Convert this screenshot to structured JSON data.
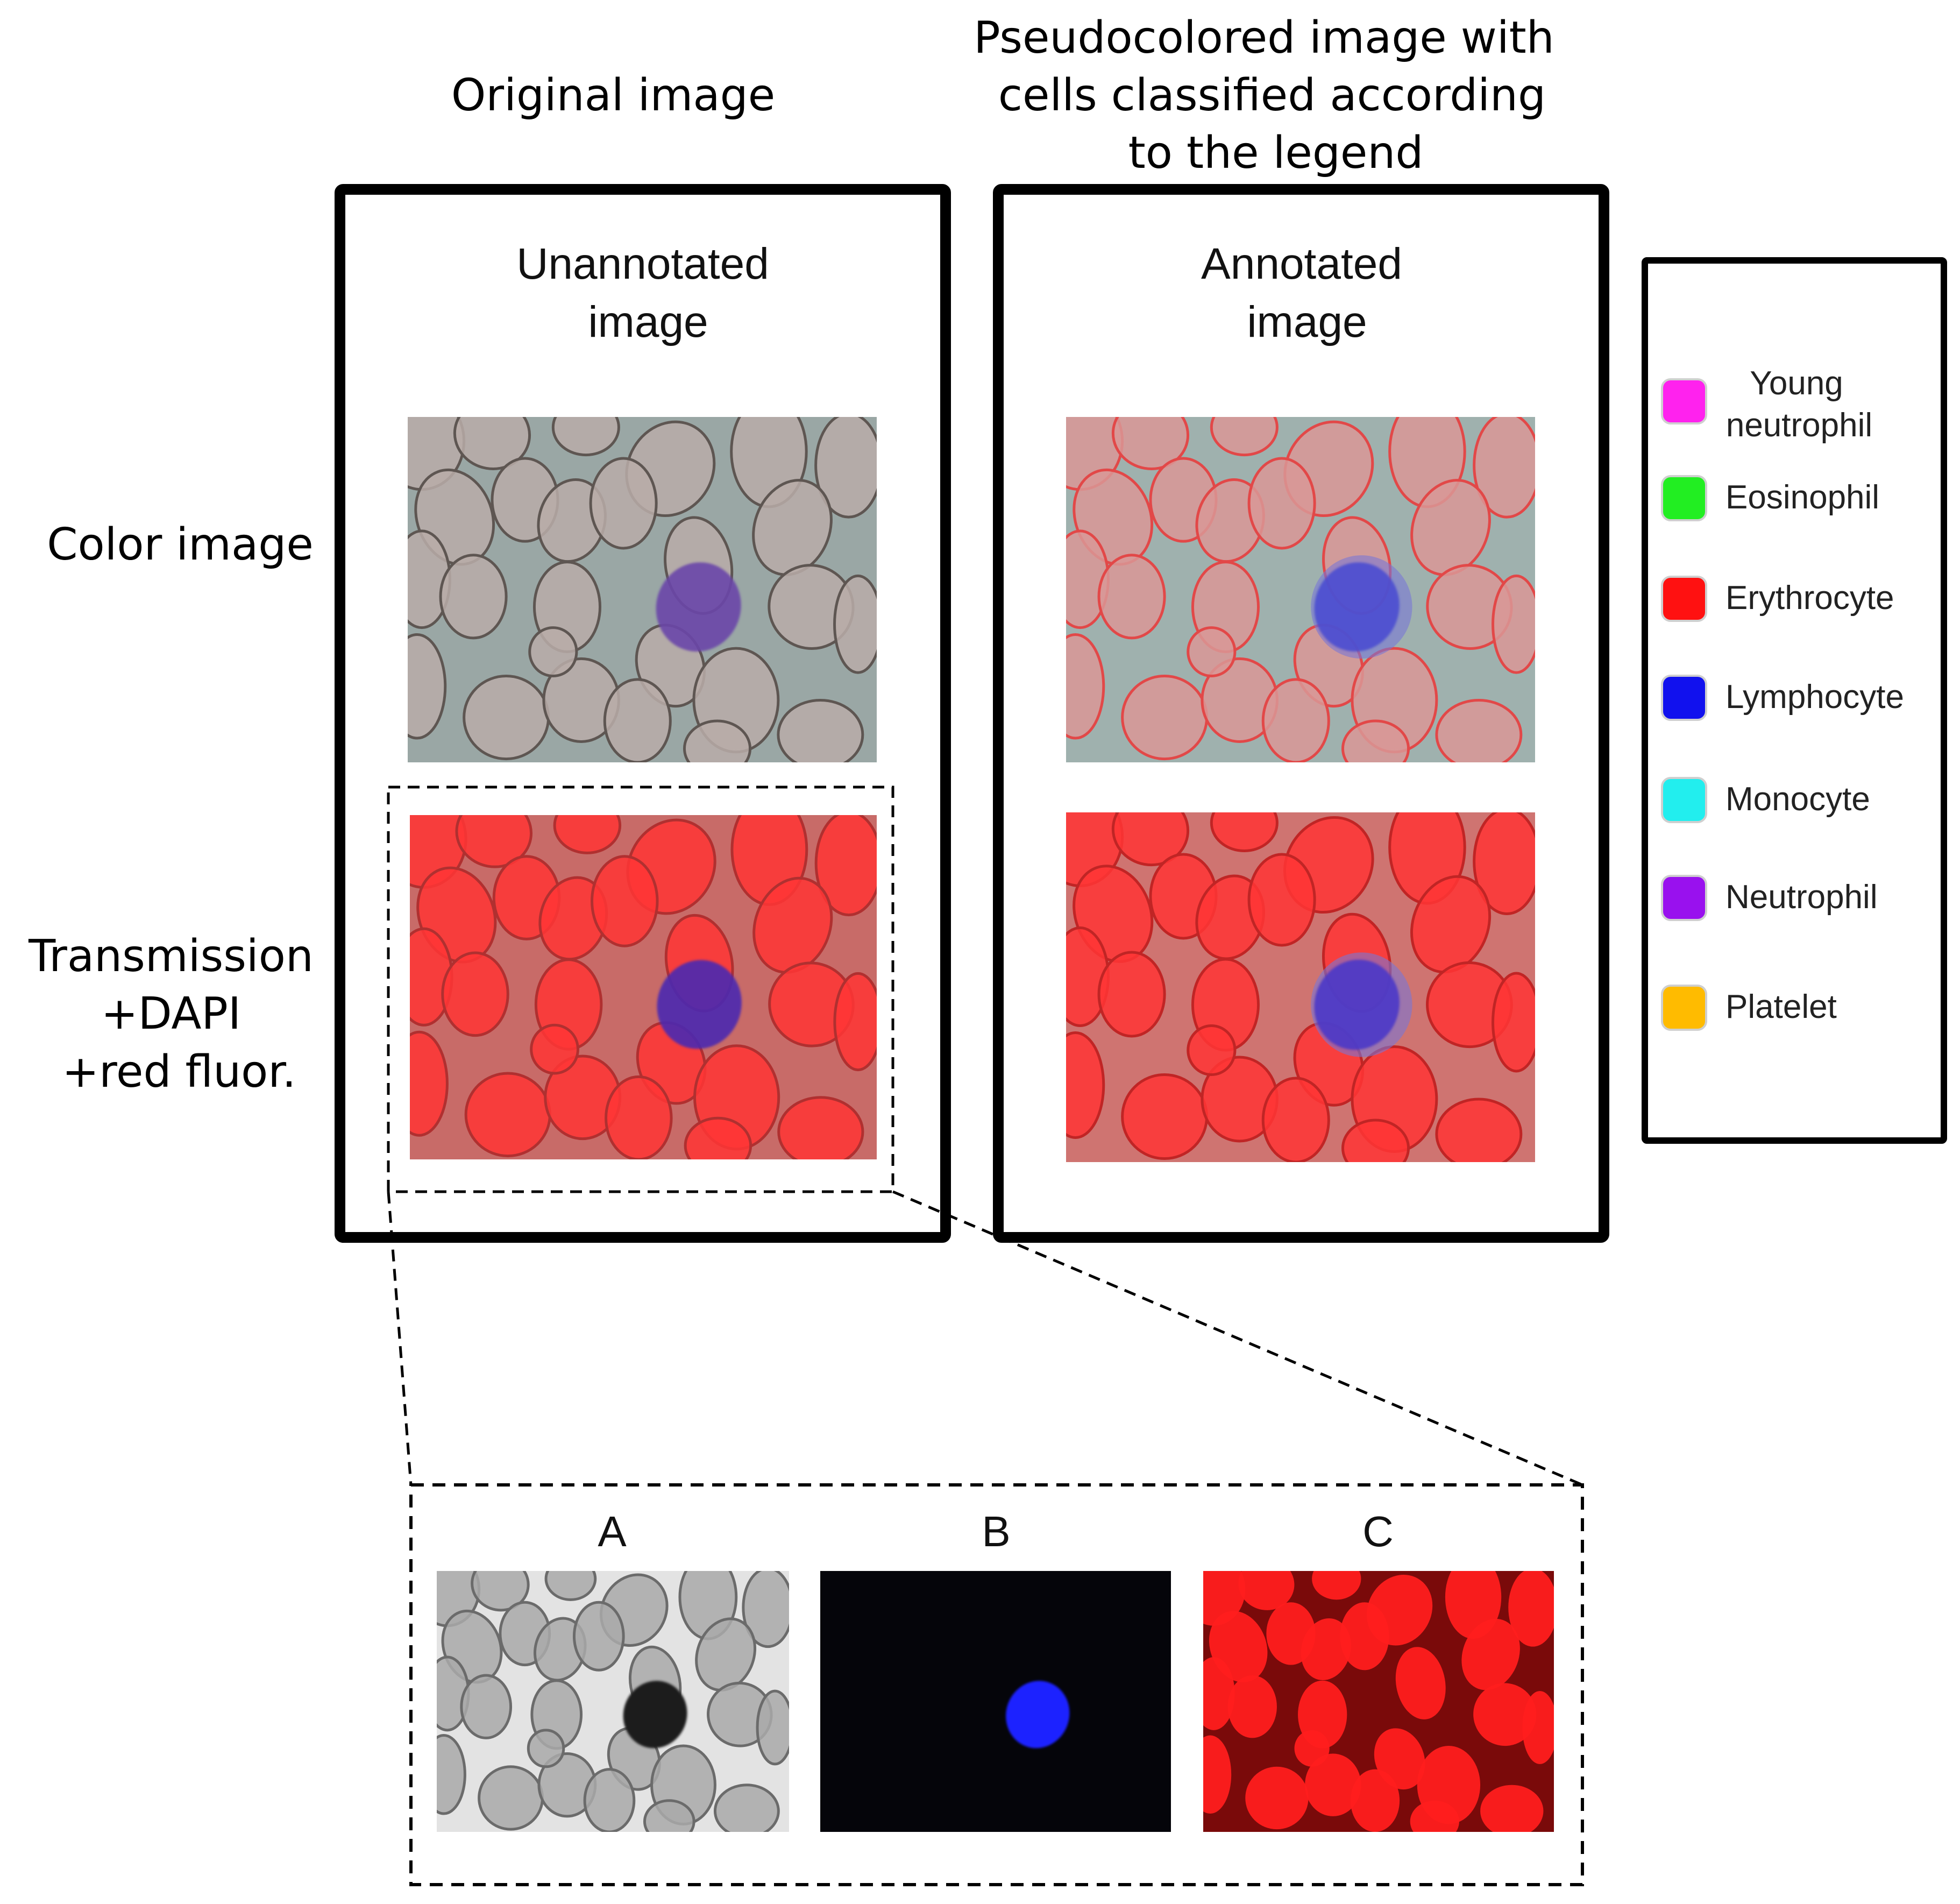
{
  "headers": {
    "original": "Original image",
    "pseudo": [
      "Pseudocolored image with",
      "cells classified according",
      "to the legend"
    ]
  },
  "panels": {
    "unannotated": [
      "Unannotated",
      "image"
    ],
    "annotated": [
      "Annotated",
      "image"
    ]
  },
  "row_labels": {
    "color": "Color image",
    "transmission": [
      "Transmission",
      "+DAPI",
      "+red fluor."
    ]
  },
  "legend": [
    {
      "label": [
        "Young",
        "neutrophil"
      ],
      "color": "#ff22ee"
    },
    {
      "label": [
        "Eosinophil"
      ],
      "color": "#22ee22"
    },
    {
      "label": [
        "Erythrocyte"
      ],
      "color": "#ff1111"
    },
    {
      "label": [
        "Lymphocyte"
      ],
      "color": "#1111ee"
    },
    {
      "label": [
        "Monocyte"
      ],
      "color": "#22eeee"
    },
    {
      "label": [
        "Neutrophil"
      ],
      "color": "#9911ee"
    },
    {
      "label": [
        "Platelet"
      ],
      "color": "#ffbb00"
    }
  ],
  "inset_labels": [
    "A",
    "B",
    "C"
  ],
  "colors": {
    "erythrocyte_color": "#b8aca8",
    "background_color": "#9aa7a5",
    "fluor_red": "#ff3535",
    "dapi_blue": "#1a22ff",
    "nucleus_purple": "#6a46a8"
  }
}
